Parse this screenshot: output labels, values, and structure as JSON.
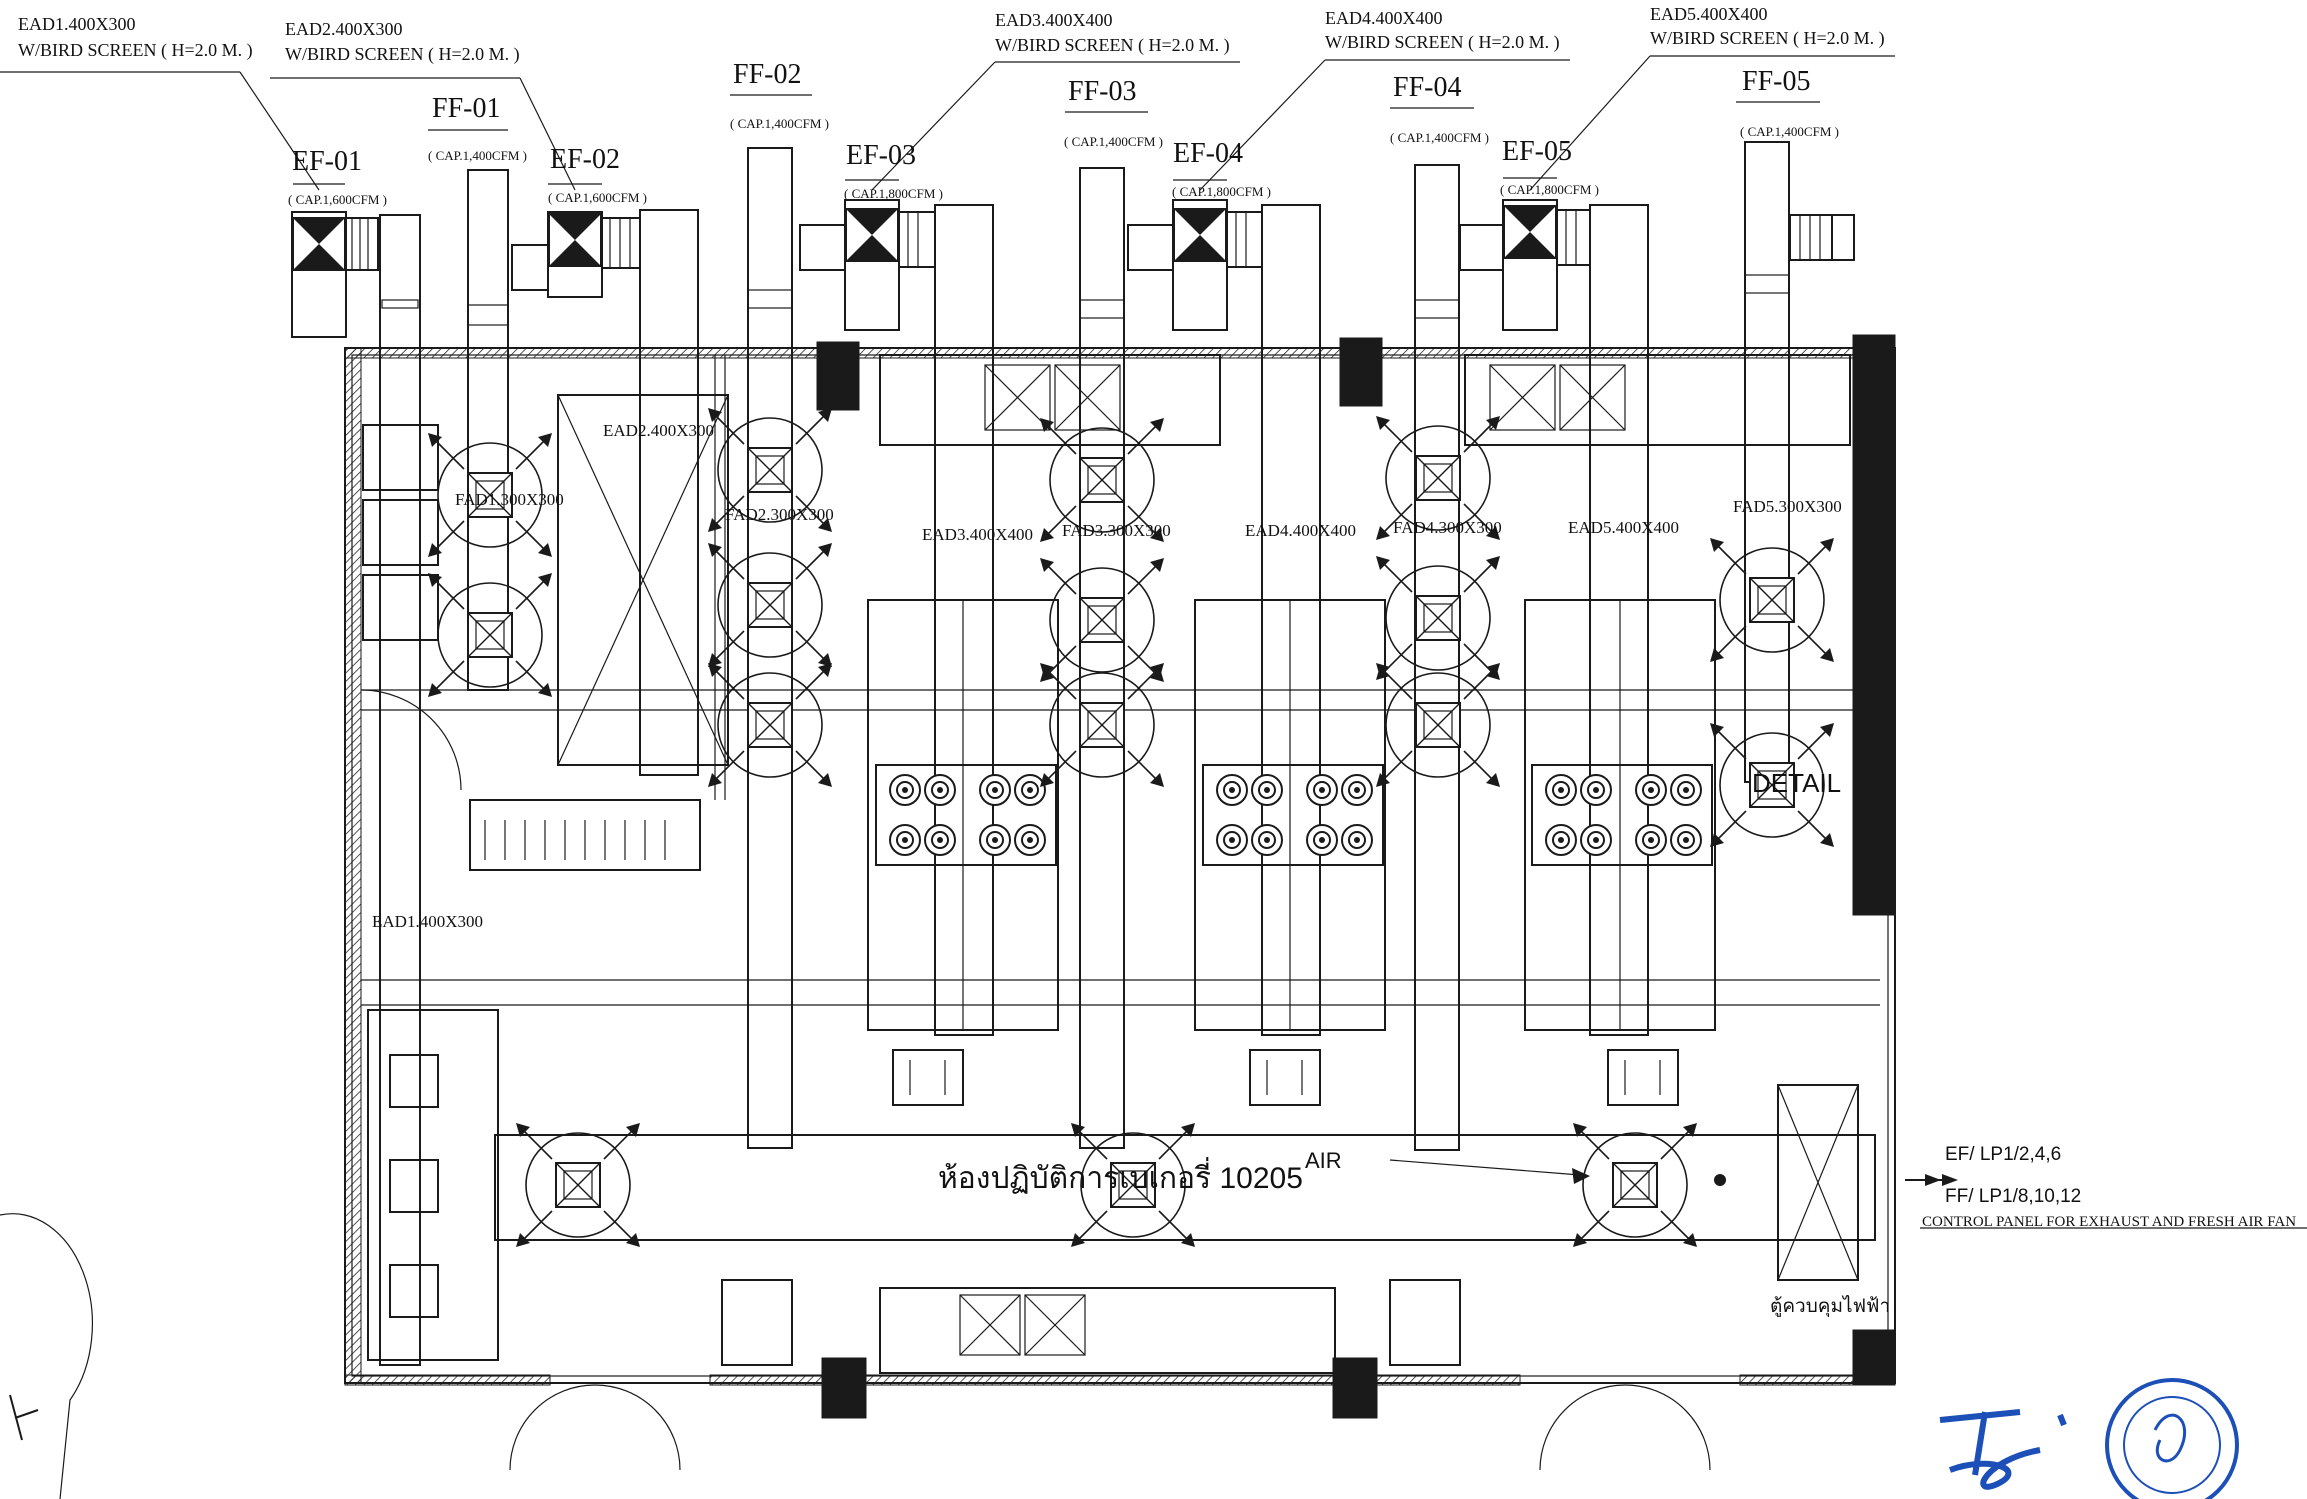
{
  "notes": {
    "ead1": {
      "line1": "EAD1.400X300",
      "line2": "W/BIRD SCREEN ( H=2.0 M. )"
    },
    "ead2": {
      "line1": "EAD2.400X300",
      "line2": "W/BIRD SCREEN ( H=2.0 M. )"
    },
    "ead3": {
      "line1": "EAD3.400X400",
      "line2": "W/BIRD SCREEN ( H=2.0 M. )"
    },
    "ead4": {
      "line1": "EAD4.400X400",
      "line2": "W/BIRD SCREEN ( H=2.0 M. )"
    },
    "ead5": {
      "line1": "EAD5.400X400",
      "line2": "W/BIRD SCREEN ( H=2.0 M. )"
    }
  },
  "fans": {
    "ef01": {
      "tag": "EF-01",
      "cap": "( CAP.1,600CFM )"
    },
    "ef02": {
      "tag": "EF-02",
      "cap": "( CAP.1,600CFM )"
    },
    "ef03": {
      "tag": "EF-03",
      "cap": "( CAP.1,800CFM )"
    },
    "ef04": {
      "tag": "EF-04",
      "cap": "( CAP.1,800CFM )"
    },
    "ef05": {
      "tag": "EF-05",
      "cap": "( CAP.1,800CFM )"
    },
    "ff01": {
      "tag": "FF-01",
      "cap": "( CAP.1,400CFM )"
    },
    "ff02": {
      "tag": "FF-02",
      "cap": "( CAP.1,400CFM )"
    },
    "ff03": {
      "tag": "FF-03",
      "cap": "( CAP.1,400CFM )"
    },
    "ff04": {
      "tag": "FF-04",
      "cap": "( CAP.1,400CFM )"
    },
    "ff05": {
      "tag": "FF-05",
      "cap": "( CAP.1,400CFM )"
    }
  },
  "duct_labels": {
    "ead1": "EAD1.400X300",
    "ead2": "EAD2.400X300",
    "fad1": "FAD1.300X300",
    "fad2": "FAD2.300X300",
    "ead3": "EAD3.400X400",
    "fad3": "FAD3.300X300",
    "ead4": "EAD4.400X400",
    "fad4": "FAD4.300X300",
    "ead5": "EAD5.400X400",
    "fad5": "FAD5.300X300"
  },
  "room_name": "ห้องปฏิบัติการเบเกอรี่ 10205",
  "air_label": "AIR",
  "detail_label": "DETAIL",
  "control_panel": {
    "ef_circuit": "EF/ LP1/2,4,6",
    "ff_circuit": "FF/ LP1/8,10,12",
    "caption": "CONTROL PANEL FOR EXHAUST AND FRESH AIR FAN",
    "cabinet_label": "ตู้ควบคุมไฟฟ้า"
  },
  "colors": {
    "ink": "#1a1a1a",
    "stamp": "#1d4fb8",
    "paper": "#ffffff"
  },
  "marks": [
    "hood-speckle-texture",
    "official-seal-stamp",
    "handwritten-signature"
  ]
}
